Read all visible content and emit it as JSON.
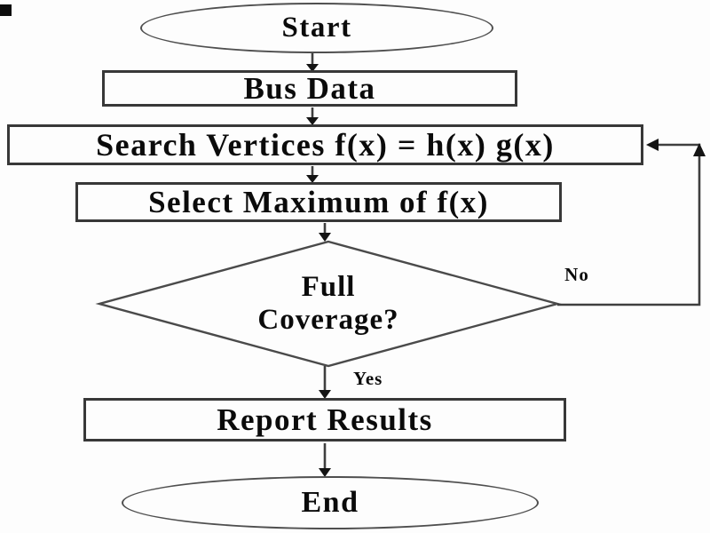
{
  "diagram": {
    "type": "flowchart",
    "colors": {
      "background": "#fdfdfd",
      "line": "#3f3f3f",
      "text": "#0b0b0b"
    },
    "nodes": {
      "start": {
        "type": "terminator",
        "label": "Start"
      },
      "bus_data": {
        "type": "process",
        "label": "Bus Data"
      },
      "search_vertices": {
        "type": "process",
        "label": "Search Vertices f(x) = h(x) g(x)"
      },
      "select_maximum": {
        "type": "process",
        "label": "Select Maximum of f(x)"
      },
      "full_coverage": {
        "type": "decision",
        "label": "Full Coverage?",
        "line1": "Full",
        "line2": "Coverage?"
      },
      "report_results": {
        "type": "process",
        "label": "Report Results"
      },
      "end": {
        "type": "terminator",
        "label": "End"
      }
    },
    "edges": [
      {
        "from": "start",
        "to": "bus_data"
      },
      {
        "from": "bus_data",
        "to": "search_vertices"
      },
      {
        "from": "search_vertices",
        "to": "select_maximum"
      },
      {
        "from": "select_maximum",
        "to": "full_coverage"
      },
      {
        "from": "full_coverage",
        "to": "report_results",
        "label": "Yes"
      },
      {
        "from": "full_coverage",
        "to": "search_vertices",
        "label": "No"
      },
      {
        "from": "report_results",
        "to": "end"
      }
    ]
  }
}
